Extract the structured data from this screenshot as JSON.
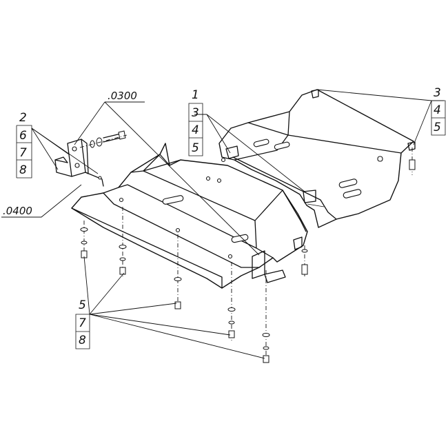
{
  "labels": {
    "group_left": [
      "2",
      "6",
      "7",
      "8"
    ],
    "part_0300": ".0300",
    "part_0400": ".0400",
    "group_center": [
      "1",
      "3",
      "4",
      "5"
    ],
    "group_right": [
      "3",
      "4",
      "5"
    ],
    "group_bottom": [
      "5",
      "7",
      "8"
    ]
  }
}
